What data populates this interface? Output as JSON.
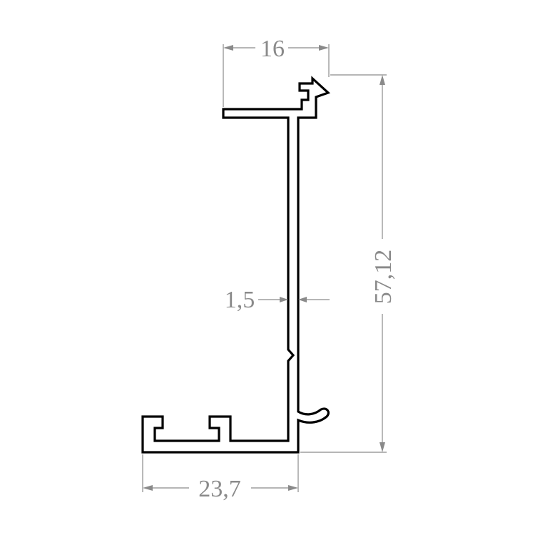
{
  "dimensions": {
    "top_width": "16",
    "height": "57,12",
    "wall_thickness": "1,5",
    "bottom_width": "23,7"
  },
  "colors": {
    "profile_stroke": "#000000",
    "dimension": "#8a8a8a",
    "background": "#ffffff"
  }
}
